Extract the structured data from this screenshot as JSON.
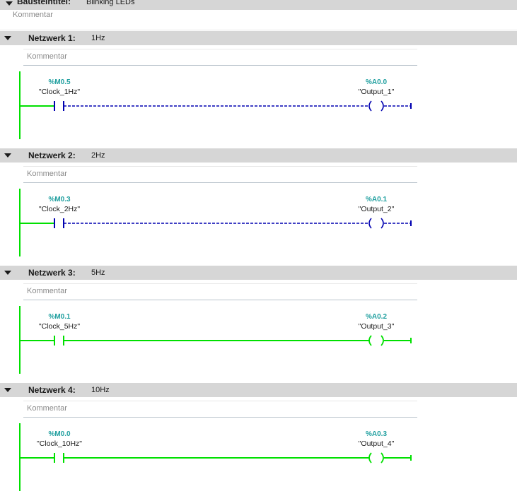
{
  "block": {
    "title_label": "Bausteintitel:",
    "title_value": "Blinking LEDs",
    "comment": "Kommentar"
  },
  "colors": {
    "powered": "#00e000",
    "unpowered": "#0000b0",
    "address": "#1f9f9f",
    "header_bg": "#d6d6d6"
  },
  "networks": [
    {
      "label": "Netzwerk 1:",
      "title": "1Hz",
      "comment": "Kommentar",
      "contact": {
        "address": "%M0.5",
        "symbol": "\"Clock_1Hz\""
      },
      "coil": {
        "address": "%A0.0",
        "symbol": "\"Output_1\""
      },
      "powered": false
    },
    {
      "label": "Netzwerk 2:",
      "title": "2Hz",
      "comment": "Kommentar",
      "contact": {
        "address": "%M0.3",
        "symbol": "\"Clock_2Hz\""
      },
      "coil": {
        "address": "%A0.1",
        "symbol": "\"Output_2\""
      },
      "powered": false
    },
    {
      "label": "Netzwerk 3:",
      "title": "5Hz",
      "comment": "Kommentar",
      "contact": {
        "address": "%M0.1",
        "symbol": "\"Clock_5Hz\""
      },
      "coil": {
        "address": "%A0.2",
        "symbol": "\"Output_3\""
      },
      "powered": true
    },
    {
      "label": "Netzwerk 4:",
      "title": "10Hz",
      "comment": "Kommentar",
      "contact": {
        "address": "%M0.0",
        "symbol": "\"Clock_10Hz\""
      },
      "coil": {
        "address": "%A0.3",
        "symbol": "\"Output_4\""
      },
      "powered": true
    }
  ]
}
